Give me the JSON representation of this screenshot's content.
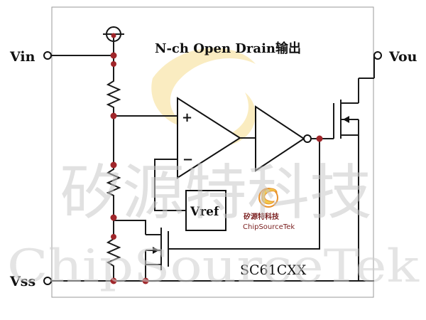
{
  "title": "N-ch Open Drain输出",
  "pins": {
    "vin": "Vin",
    "vout": "Vou",
    "vss": "Vss"
  },
  "vref_label": "Vref",
  "comparator": {
    "plus": "+",
    "minus": "−"
  },
  "part_number": "SC61CXX",
  "logo": {
    "name_cn": "矽源特科技",
    "name_en": "ChipSourceTek"
  },
  "watermark": {
    "cn": "矽源特科技",
    "en": "ChipSourceTek"
  },
  "colors": {
    "node": "#a0262a",
    "wire": "#1a1a1a",
    "logo_yellow": "#f2c94c",
    "logo_orange": "#e8902a",
    "watermark": "#c9c9c9"
  }
}
